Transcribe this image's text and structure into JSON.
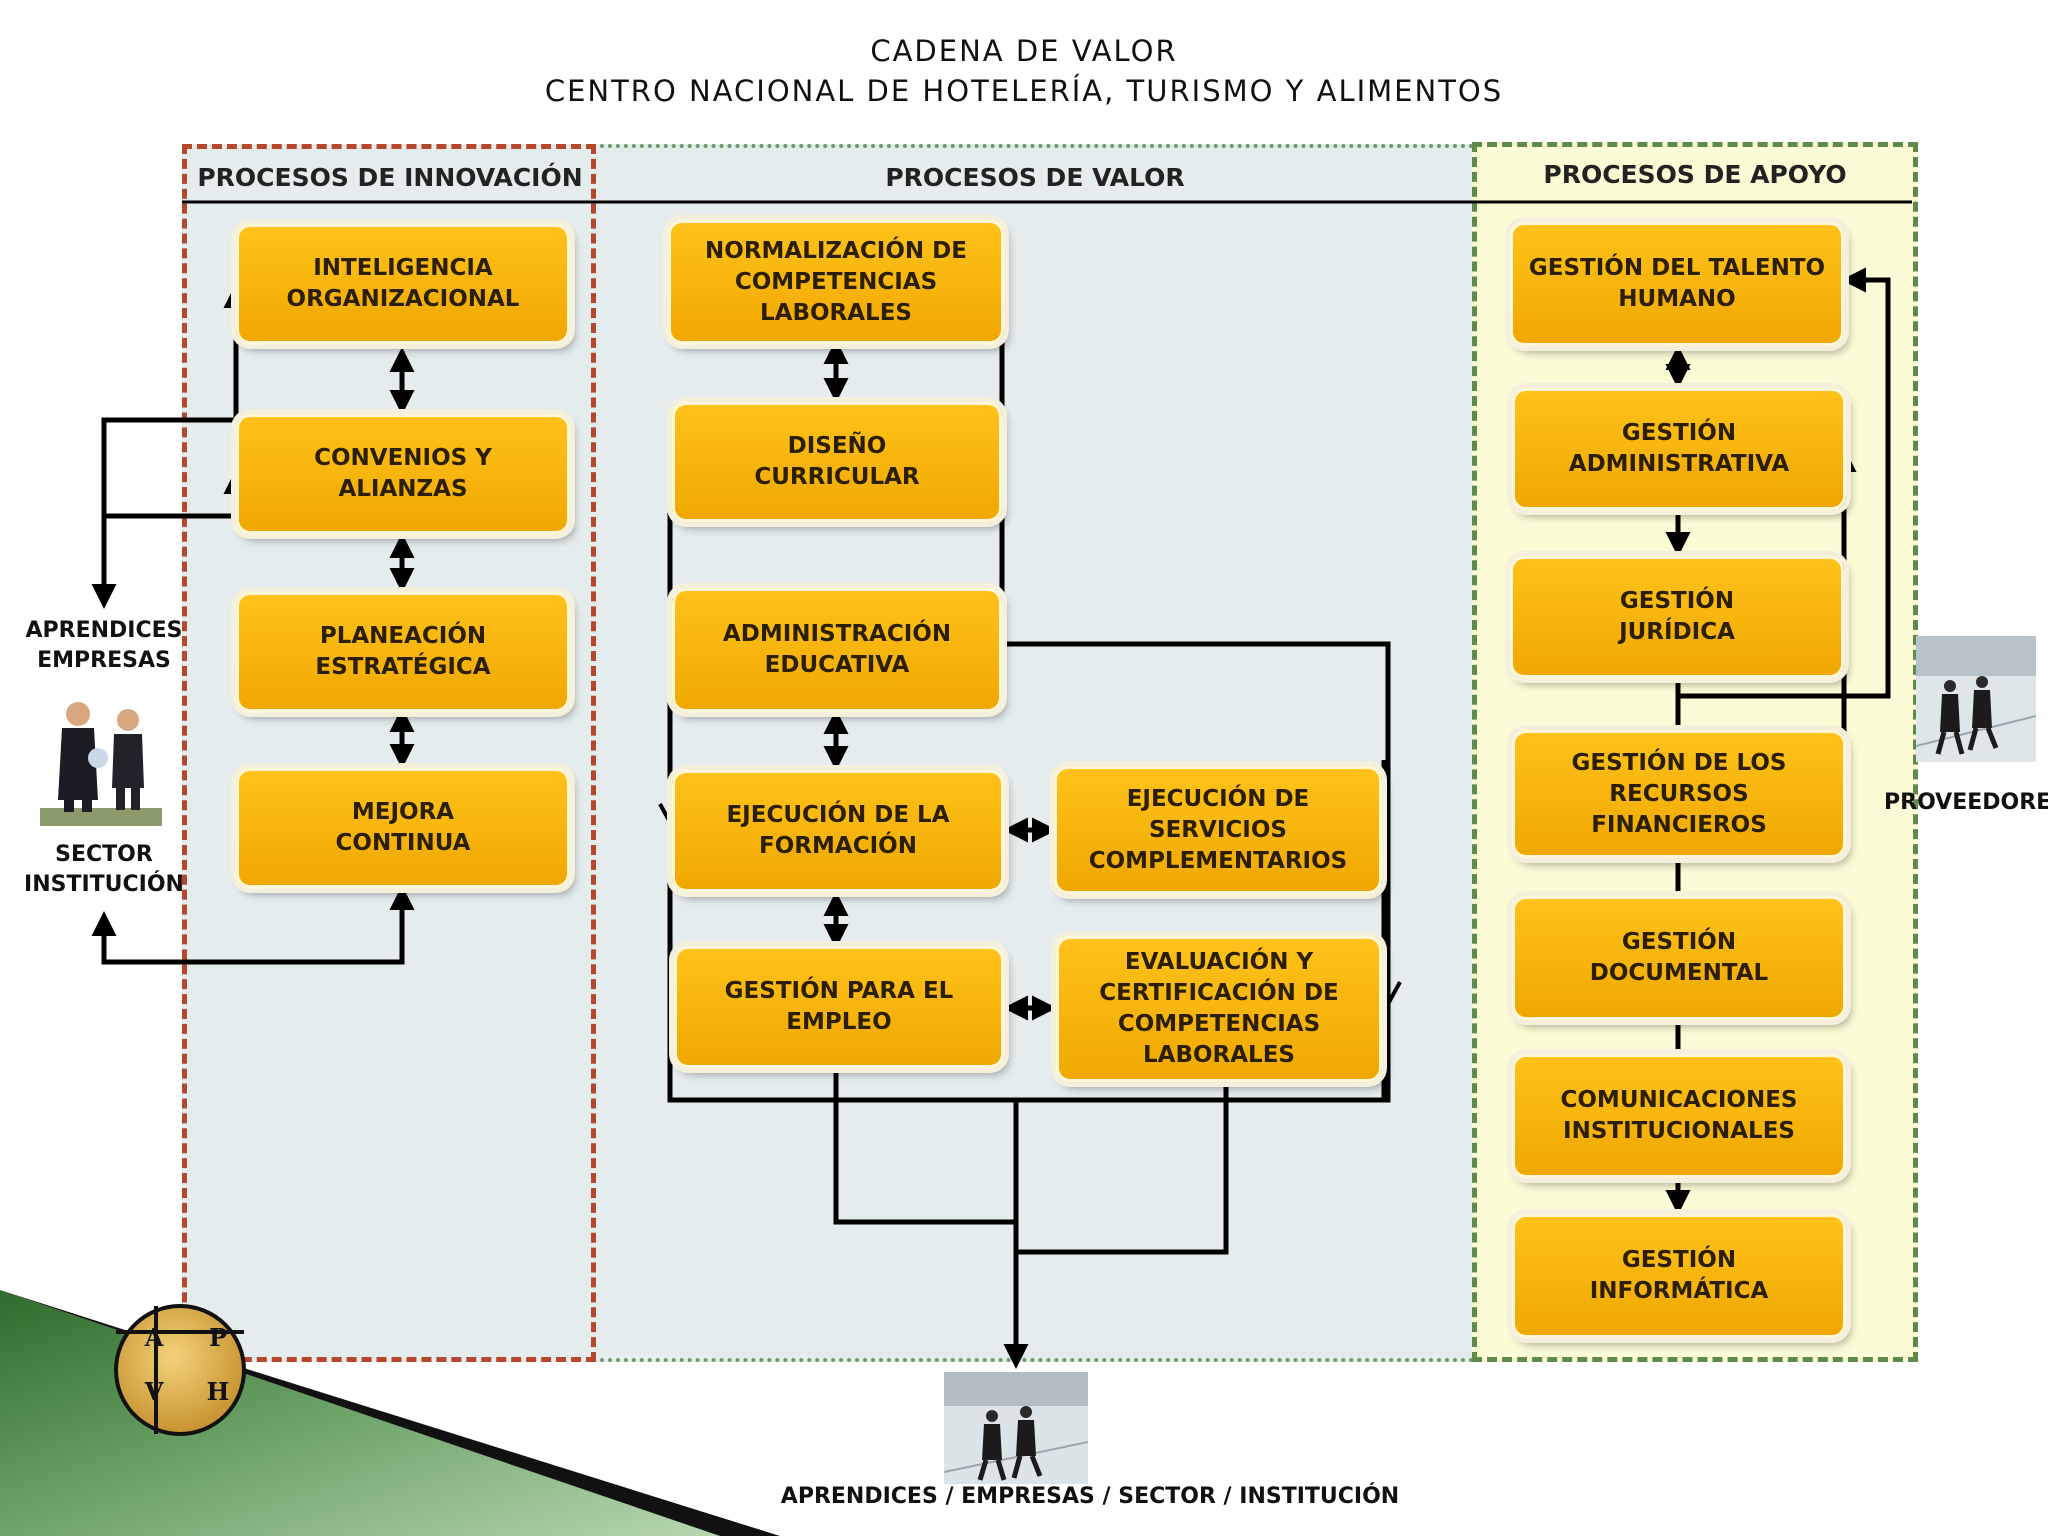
{
  "header": {
    "title_line1": "CADENA DE VALOR",
    "title_line2": "CENTRO NACIONAL DE HOTELERÍA, TURISMO Y ALIMENTOS"
  },
  "columns": {
    "innovation": "PROCESOS DE INNOVACIÓN",
    "value": "PROCESOS DE VALOR",
    "support": "PROCESOS DE APOYO"
  },
  "innovation_boxes": {
    "b1": "INTELIGENCIA\nORGANIZACIONAL",
    "b2": "CONVENIOS Y\nALIANZAS",
    "b3": "PLANEACIÓN\nESTRATÉGICA",
    "b4": "MEJORA\nCONTINUA"
  },
  "value_boxes": {
    "b1": "NORMALIZACIÓN DE\nCOMPETENCIAS\nLABORALES",
    "b2": "DISEÑO\nCURRICULAR",
    "b3": "ADMINISTRACIÓN\nEDUCATIVA",
    "b4": "EJECUCIÓN DE LA\nFORMACIÓN",
    "b5": "EJECUCIÓN DE\nSERVICIOS\nCOMPLEMENTARIOS",
    "b6": "GESTIÓN PARA EL\nEMPLEO",
    "b7": "EVALUACIÓN Y\nCERTIFICACIÓN DE\nCOMPETENCIAS\nLABORALES"
  },
  "support_boxes": {
    "b1": "GESTIÓN DEL TALENTO\nHUMANO",
    "b2": "GESTIÓN\nADMINISTRATIVA",
    "b3": "GESTIÓN\nJURÍDICA",
    "b4": "GESTIÓN DE LOS\nRECURSOS\nFINANCIEROS",
    "b5": "GESTIÓN\nDOCUMENTAL",
    "b6": "COMUNICACIONES\nINSTITUCIONALES",
    "b7": "GESTIÓN\nINFORMÁTICA"
  },
  "side_labels": {
    "left_top": "APRENDICES\nEMPRESAS",
    "left_bottom": "SECTOR\nINSTITUCIÓN",
    "right": "PROVEEDORES",
    "bottom": "APRENDICES / EMPRESAS / SECTOR / INSTITUCIÓN"
  },
  "logo": {
    "letters": [
      "A",
      "P",
      "V",
      "H"
    ]
  },
  "colors": {
    "box_fill": "#f6b70f",
    "innovation_border": "#b5472a",
    "support_border": "#5f8a4a",
    "support_bg": "#fbfbd6",
    "value_bg": "#e4ecee",
    "corner_green": "#3f7a3a"
  }
}
